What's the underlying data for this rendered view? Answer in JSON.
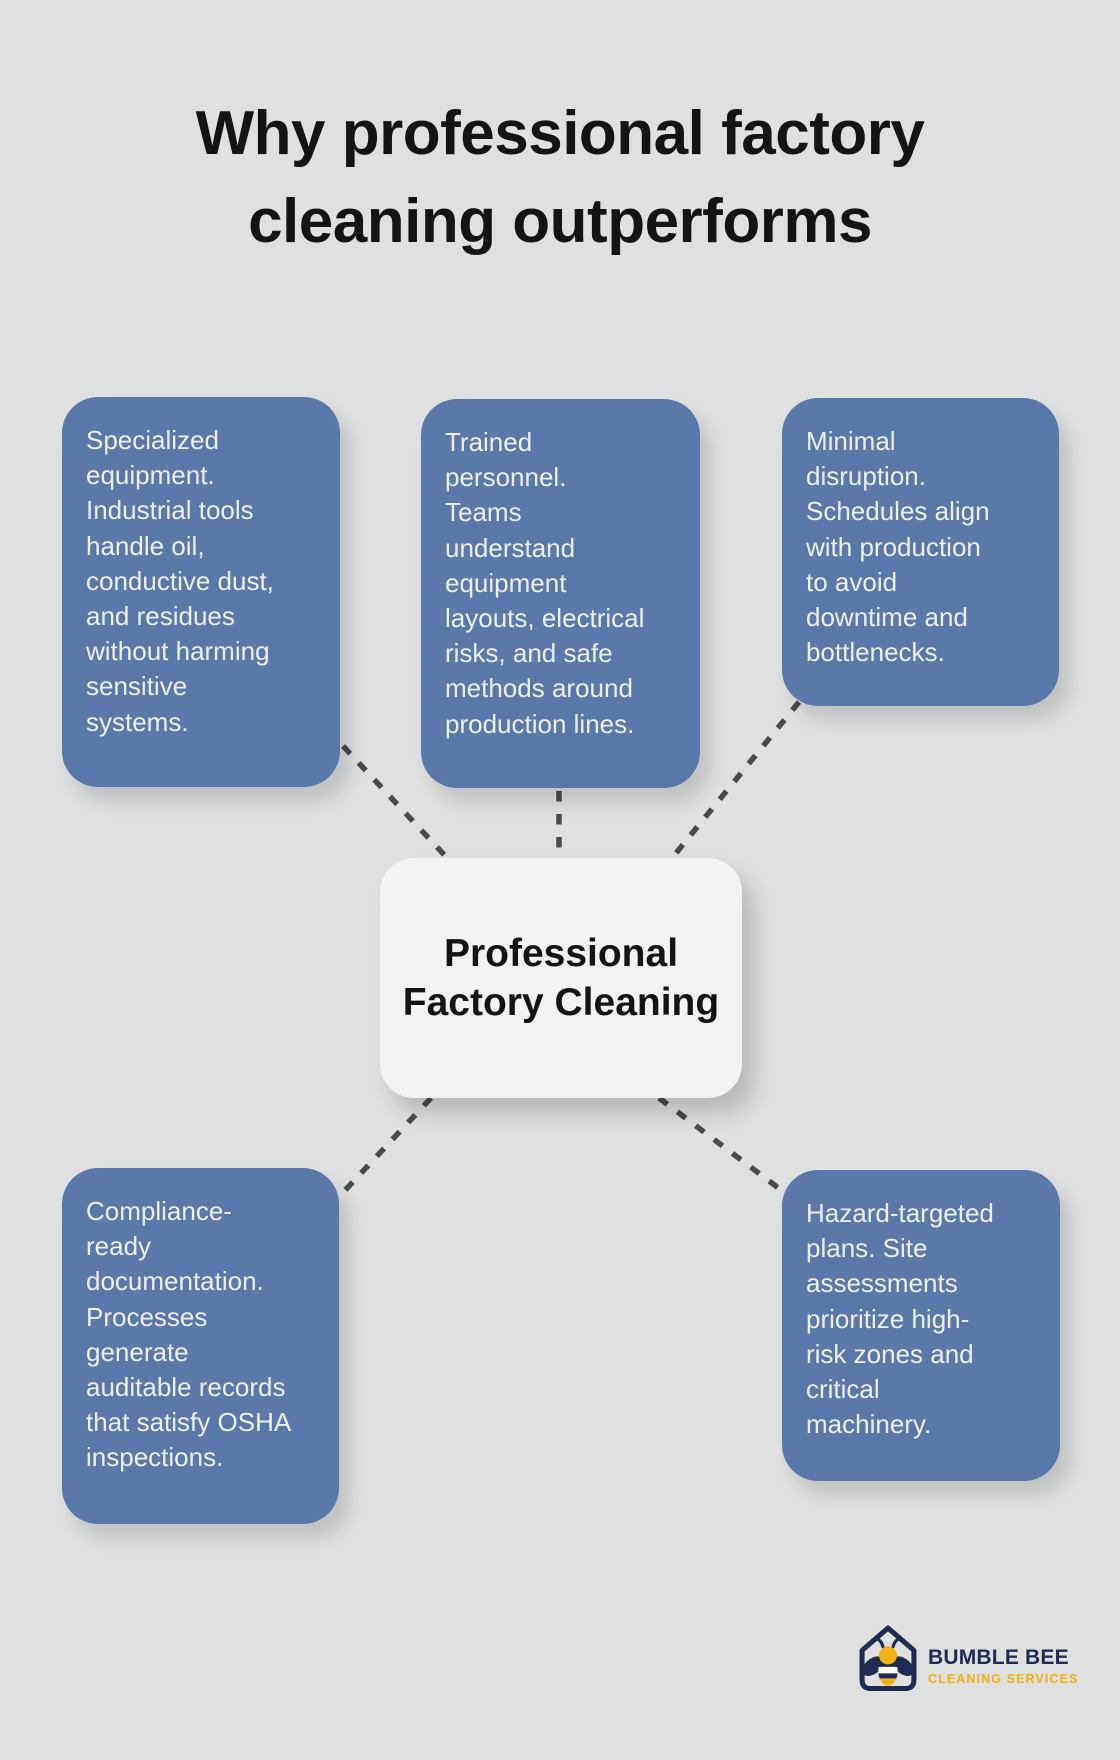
{
  "title": {
    "line1": "Why professional factory",
    "line2": "cleaning outperforms",
    "full_text": "Why professional factory cleaning outperforms"
  },
  "center_node": {
    "lines": [
      "Professional",
      "Factory Cleaning"
    ],
    "full_text": "Professional Factory Cleaning"
  },
  "benefit_cards": [
    {
      "id": "specialized-equipment",
      "lines": [
        "Specialized",
        "equipment.",
        "Industrial tools",
        "handle oil,",
        "conductive dust,",
        "and residues",
        "without harming",
        "sensitive",
        "systems."
      ],
      "full_text": "Specialized equipment. Industrial tools handle oil, conductive dust, and residues without harming sensitive systems."
    },
    {
      "id": "trained-personnel",
      "lines": [
        "Trained",
        "personnel.",
        "Teams",
        "understand",
        "equipment",
        "layouts, electrical",
        "risks, and safe",
        "methods around",
        "production lines."
      ],
      "full_text": "Trained personnel. Teams understand equipment layouts, electrical risks, and safe methods around production lines."
    },
    {
      "id": "minimal-disruption",
      "lines": [
        "Minimal",
        "disruption.",
        "Schedules align",
        "with production",
        "to avoid",
        "downtime and",
        "bottlenecks."
      ],
      "full_text": "Minimal disruption. Schedules align with production to avoid downtime and bottlenecks."
    },
    {
      "id": "compliance-documentation",
      "lines": [
        "Compliance-",
        "ready",
        "documentation.",
        "Processes",
        "generate",
        "auditable records",
        "that satisfy OSHA",
        "inspections."
      ],
      "full_text": "Compliance-ready documentation. Processes generate auditable records that satisfy OSHA inspections."
    },
    {
      "id": "hazard-targeted-plans",
      "lines": [
        "Hazard-targeted",
        "plans. Site",
        "assessments",
        "prioritize high-",
        "risk zones and",
        "critical",
        "machinery."
      ],
      "full_text": "Hazard-targeted plans. Site assessments prioritize high-risk zones and critical machinery."
    }
  ],
  "logo": {
    "brand": "BUMBLE BEE",
    "tagline": "CLEANING SERVICES",
    "icon": "bee-house-icon"
  },
  "colors": {
    "background": "#dfe1e0",
    "card_blue": "#5a78a9",
    "card_text": "#edf1f7",
    "node_background": "#f1f2f2",
    "heading_text": "#141414",
    "connector_gray": "#4a4a4a",
    "brand_navy": "#1f2b50",
    "brand_yellow": "#f2b411"
  }
}
